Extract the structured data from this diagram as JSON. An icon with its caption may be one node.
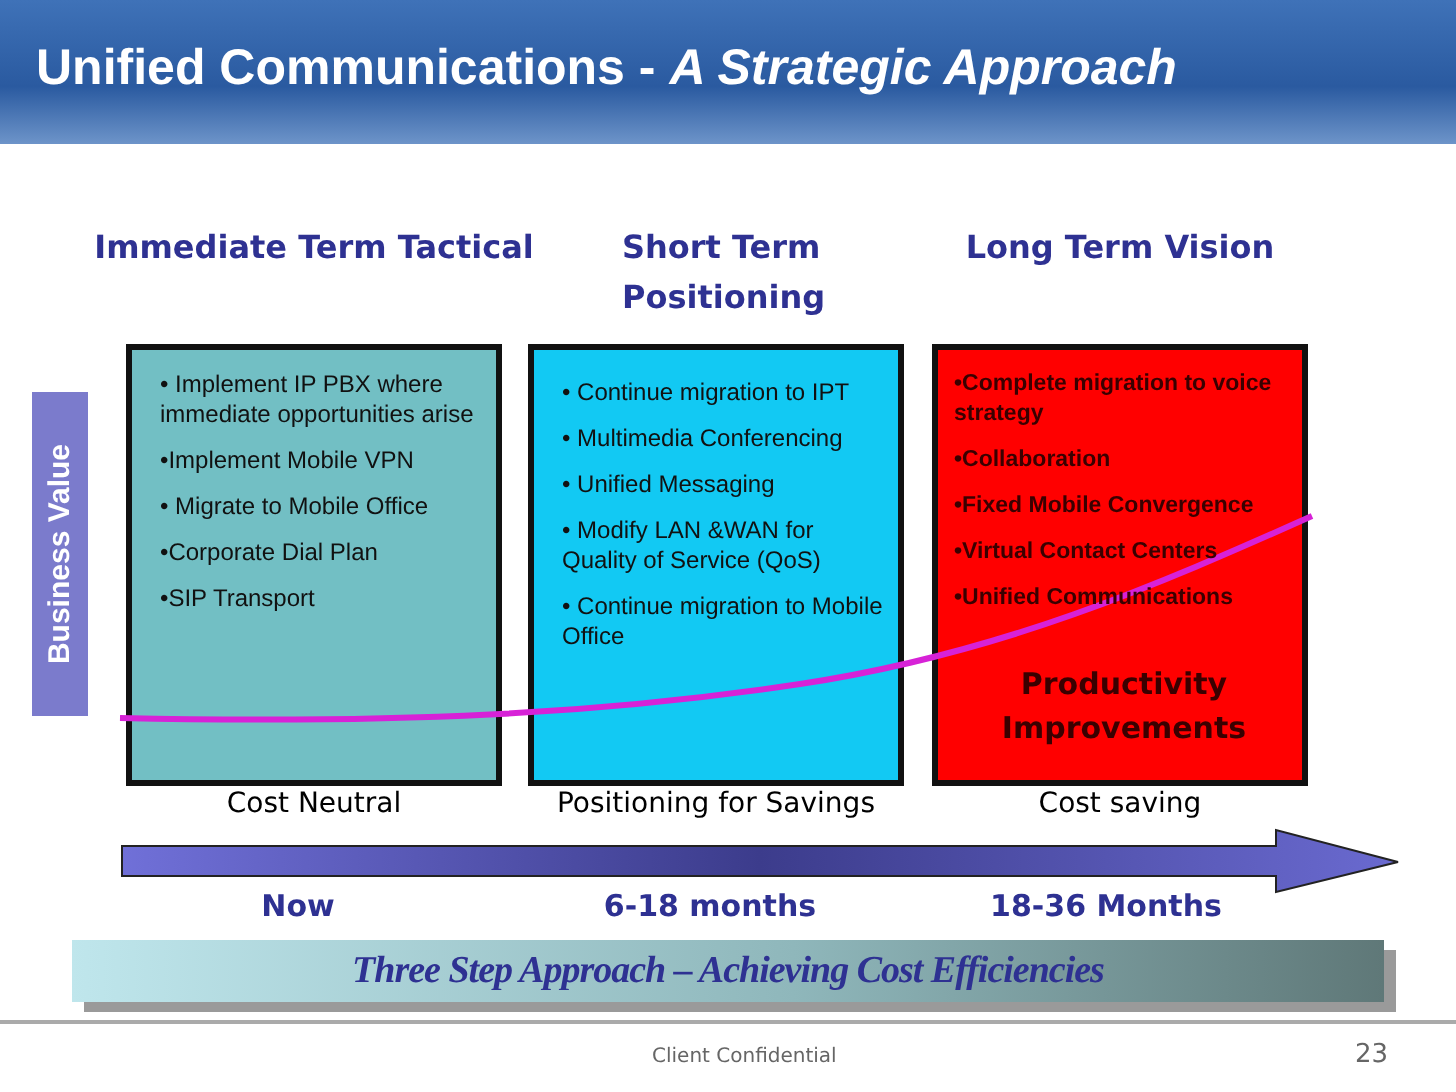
{
  "diagram": {
    "title": "Unified Communications - *A Strategic Approach*",
    "nodes": [
      {
        "text": [
          "Immediate Term Tactical",
          "• Implement IP PBX where immediate opportunities arise",
          "•Implement Mobile VPN",
          "• Migrate to Mobile Office",
          "•Corporate Dial Plan",
          "•SIP Transport"
        ],
        "beside": [
          "Cost Neutral"
        ]
      },
      {
        "text": [
          "Short Term Positioning",
          "• Continue migration to IPT",
          "• Multimedia Conferencing",
          "• Unified Messaging",
          "• Modify LAN &WAN for Quality of Service (QoS)",
          "• Continue migration to Mobile Office"
        ],
        "beside": [
          "Positioning for Savings"
        ]
      },
      {
        "text": [
          "Long Term Vision",
          "•Complete migration to voice strategy",
          "•Collaboration",
          "•Fixed Mobile Convergence",
          "•Virtual Contact Centers",
          "•Unified Communications",
          "Productivity Improvements"
        ],
        "beside": [
          "Cost saving"
        ]
      }
    ],
    "labels": [
      "Business Value",
      "Now",
      "6-18 months",
      "18-36 Months",
      "Three Step Approach – Achieving Cost Efficiencies",
      "Client Confidential",
      "23"
    ]
  }
}
